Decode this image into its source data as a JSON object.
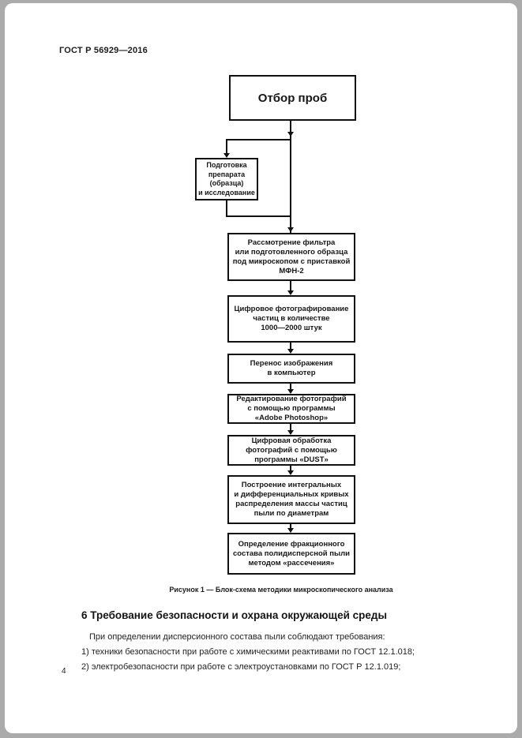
{
  "page": {
    "header": "ГОСТ Р 56929—2016",
    "page_number": "4"
  },
  "flowchart": {
    "caption": "Рисунок 1 — Блок-схема методики микроскопического анализа",
    "nodes": [
      {
        "id": "sampling",
        "text": "Отбор проб"
      },
      {
        "id": "preparation",
        "text": [
          "Подготовка",
          "препарата",
          "(образца)",
          "и исследование"
        ]
      },
      {
        "id": "microscope-review",
        "text": [
          "Рассмотрение фильтра",
          "или подготовленного образца",
          "под микроскопом с приставкой",
          "МФН-2"
        ]
      },
      {
        "id": "digital-photography",
        "text": [
          "Цифровое фотографирование",
          "частиц в количестве",
          "1000—2000 штук"
        ]
      },
      {
        "id": "transfer-to-computer",
        "text": [
          "Перенос изображения",
          "в компьютер"
        ]
      },
      {
        "id": "photo-editing",
        "text": [
          "Редактирование фотографий",
          "с помощью программы",
          "«Adobe Photoshop»"
        ]
      },
      {
        "id": "digital-processing",
        "text": [
          "Цифровая обработка",
          "фотографий с помощью",
          "программы «DUST»"
        ]
      },
      {
        "id": "curve-plotting",
        "text": [
          "Построение интегральных",
          "и дифференциальных кривых",
          "распределения массы частиц",
          "пыли по диаметрам"
        ]
      },
      {
        "id": "fraction-determination",
        "text": [
          "Определение фракционного",
          "состава полидисперсной пыли",
          "методом «рассечения»"
        ]
      }
    ]
  },
  "section": {
    "heading": "6 Требование безопасности и охрана окружающей среды",
    "paragraphs": [
      "При определении дисперсионного состава пыли соблюдают требования:",
      "1) техники безопасности при работе с химическими реактивами по ГОСТ 12.1.018;",
      "2) электробезопасности при работе с электроустановками по ГОСТ Р 12.1.019;"
    ]
  }
}
